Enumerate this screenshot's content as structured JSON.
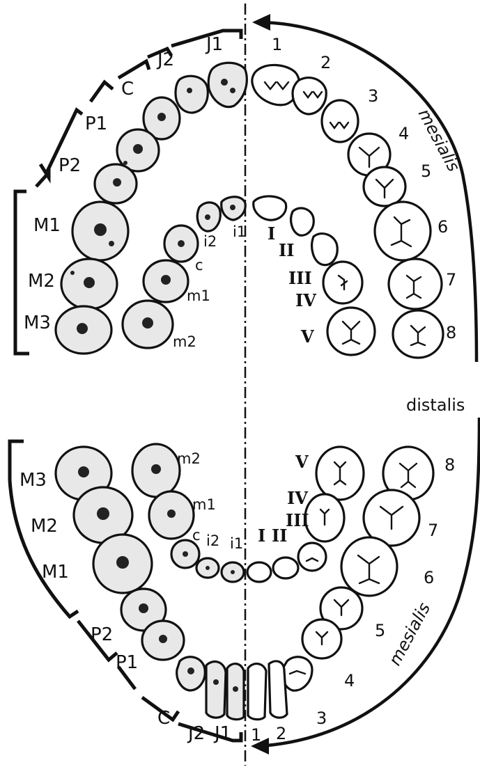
{
  "upper": {
    "permanent_left": [
      "J1",
      "J2",
      "C",
      "P1",
      "P2",
      "M1",
      "M2",
      "M3"
    ],
    "deciduous_left": [
      "i1",
      "i2",
      "c",
      "m1",
      "m2"
    ],
    "permanent_right": [
      "1",
      "2",
      "3",
      "4",
      "5",
      "6",
      "7",
      "8"
    ],
    "deciduous_right": [
      "I",
      "II",
      "III",
      "IV",
      "V"
    ],
    "word": "mesialis"
  },
  "middle": {
    "word": "distalis"
  },
  "lower": {
    "permanent_left": [
      "J1",
      "J2",
      "C",
      "P1",
      "P2",
      "M1",
      "M2",
      "M3"
    ],
    "deciduous_left": [
      "i1",
      "i2",
      "c",
      "m1",
      "m2"
    ],
    "permanent_right": [
      "1",
      "2",
      "3",
      "4",
      "5",
      "6",
      "7",
      "8"
    ],
    "deciduous_right": [
      "I",
      "II",
      "III",
      "IV",
      "V"
    ],
    "word": "mesialis"
  },
  "colors": {
    "ink": "#111111",
    "paper": "#ffffff",
    "shaded_tooth": "#e8e8e8"
  }
}
